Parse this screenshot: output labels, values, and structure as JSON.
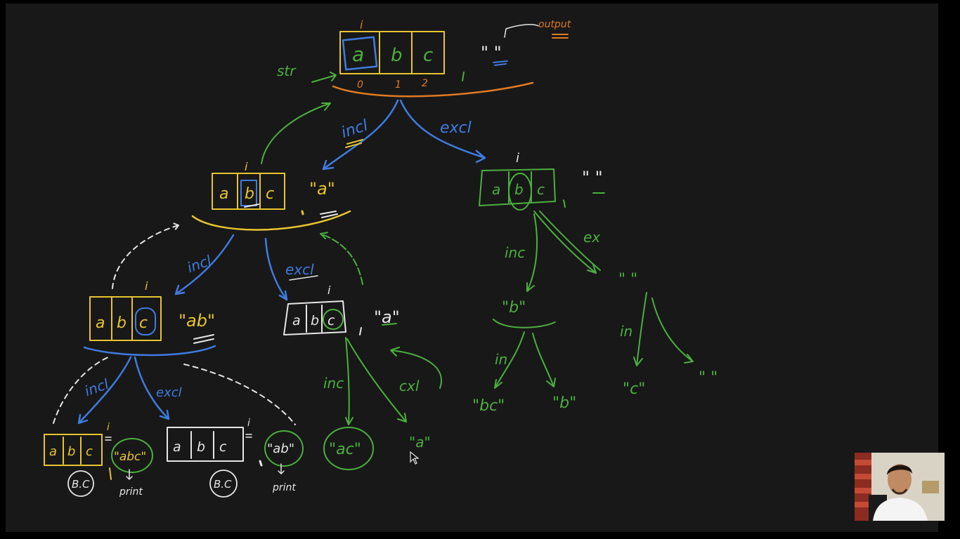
{
  "colors": {
    "yellow": "#e8c431",
    "blue": "#3f7be0",
    "green": "#4caf3f",
    "orange": "#e07a22",
    "white": "#e6e6e6",
    "board": "#181818"
  },
  "root": {
    "cells": [
      "a",
      "b",
      "c"
    ],
    "indices": [
      "0",
      "1",
      "2"
    ],
    "str_label": "str",
    "output_label": "output",
    "output_value": "\" \"",
    "i_mark": "i"
  },
  "branches": {
    "root_incl": "incl",
    "root_excl": "excl",
    "l1_incl": "incl",
    "l1_excl": "excl",
    "l2_incl": "incl",
    "l2_excl": "excl",
    "r1_incl": "inc",
    "r1_excl": "ex",
    "ac_incl": "inc",
    "ac_excl": "cxl",
    "b_in": "in",
    "empty_in": "in"
  },
  "nodes": {
    "left1_cells": [
      "a",
      "b",
      "c"
    ],
    "left1_output": "\"a\"",
    "left2_cells": [
      "a",
      "b",
      "c"
    ],
    "left2_output": "\"ab\"",
    "mid2_cells": [
      "a",
      "b",
      "c"
    ],
    "mid2_output": "\"a\"",
    "right1_cells": [
      "a",
      "b",
      "c"
    ],
    "right1_output": "\" \"",
    "b_output": "\"b\"",
    "empty_output": "\" \""
  },
  "leaves": {
    "leaf1_cells": [
      "a",
      "b",
      "c"
    ],
    "leaf1_output": "\"abc\"",
    "leaf1_print": "print",
    "leaf1_bc": "B.C",
    "leaf2_cells": [
      "a",
      "b",
      "c"
    ],
    "leaf2_output": "\"ab\"",
    "leaf2_print": "print",
    "leaf2_bc": "B.C",
    "ac_output": "\"ac\"",
    "a_output": "\"a\"",
    "bc_output": "\"bc\"",
    "b2_output": "\"b\"",
    "c_output": "\"c\"",
    "empty2_output": "\" \""
  }
}
